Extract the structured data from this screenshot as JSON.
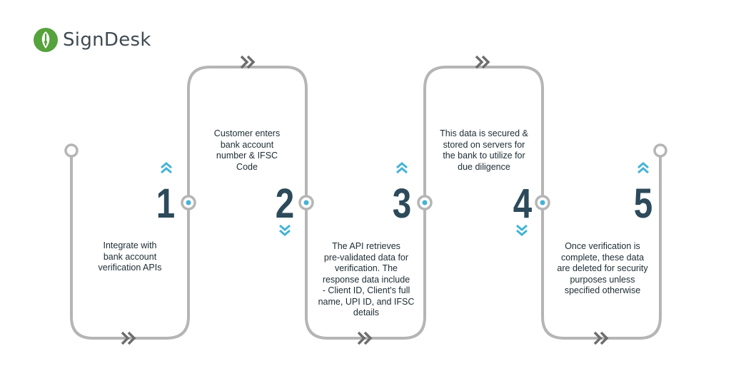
{
  "brand": {
    "name": "SignDesk",
    "logo_icon": "pen-nib-leaf-icon",
    "colors": {
      "green": "#56a23c",
      "dark": "#3f4a52"
    }
  },
  "colors": {
    "path": "#b5b5b5",
    "number": "#2c4a5a",
    "accent": "#44b3d6",
    "text": "#1c2b33"
  },
  "steps": [
    {
      "number": "1",
      "chevron": "up",
      "text_lines": [
        "Integrate with",
        "bank account",
        "verification APIs"
      ]
    },
    {
      "number": "2",
      "chevron": "down",
      "text_lines": [
        "Customer enters",
        "bank account",
        "number & IFSC",
        "Code"
      ]
    },
    {
      "number": "3",
      "chevron": "up",
      "text_lines": [
        "The API retrieves",
        "pre-validated data for",
        "verification. The",
        "response data include",
        "- Client ID, Client's full",
        "name, UPI ID, and IFSC",
        "details"
      ]
    },
    {
      "number": "4",
      "chevron": "down",
      "text_lines": [
        "This data is secured &",
        "stored on servers for",
        "the bank to utilize for",
        "due diligence"
      ]
    },
    {
      "number": "5",
      "chevron": "up",
      "text_lines": [
        "Once verification is",
        "complete, these data",
        "are deleted for security",
        "purposes unless",
        "specified otherwise"
      ]
    }
  ]
}
